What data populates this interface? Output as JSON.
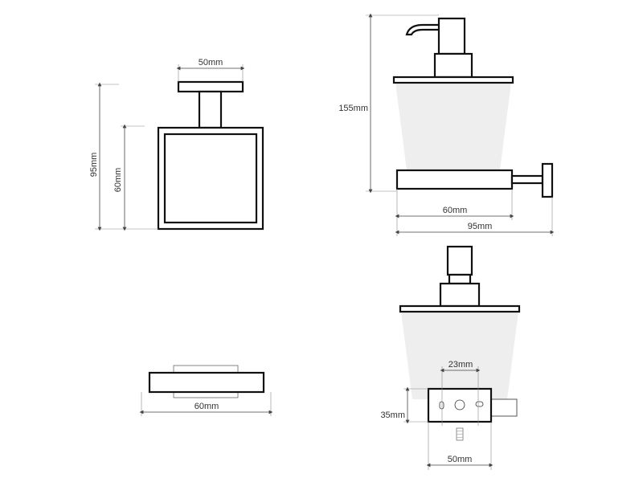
{
  "dimensions": {
    "side_top_width": "50mm",
    "side_total_height": "95mm",
    "side_container_height": "60mm",
    "front_height": "155mm",
    "front_container_width": "60mm",
    "front_total_depth": "95mm",
    "plan_width": "60mm",
    "rear_bracket_width": "23mm",
    "rear_bracket_height": "35mm",
    "rear_plate_width": "50mm"
  },
  "colors": {
    "outline": "#111111",
    "dimension_line": "#444444",
    "glass": "#eeeeee"
  }
}
